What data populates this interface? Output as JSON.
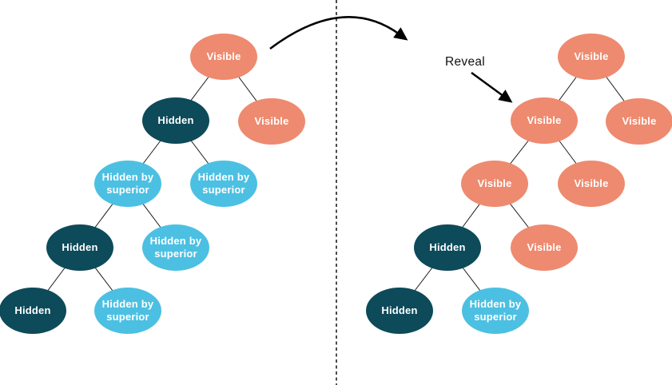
{
  "colors": {
    "visible_node": "#EE8A6F",
    "hidden_node": "#0D4A5A",
    "hidden_by_superior_node": "#4CC0E2",
    "node_text": "#FFFFFF",
    "line": "#1A1A1A",
    "arrow": "#000000",
    "background": "#FFFFFF"
  },
  "annotations": {
    "reveal_label": "Reveal"
  },
  "left_tree": {
    "name": "before-reveal",
    "nodes": [
      {
        "label": "Visible",
        "state": "visible"
      },
      {
        "label": "Hidden",
        "state": "hidden"
      },
      {
        "label": "Visible",
        "state": "visible"
      },
      {
        "label": "Hidden by superior",
        "state": "hidden-by-superior"
      },
      {
        "label": "Hidden by superior",
        "state": "hidden-by-superior"
      },
      {
        "label": "Hidden",
        "state": "hidden"
      },
      {
        "label": "Hidden by superior",
        "state": "hidden-by-superior"
      },
      {
        "label": "Hidden",
        "state": "hidden"
      },
      {
        "label": "Hidden by superior",
        "state": "hidden-by-superior"
      }
    ],
    "edges": [
      [
        0,
        1
      ],
      [
        0,
        2
      ],
      [
        1,
        3
      ],
      [
        1,
        4
      ],
      [
        3,
        5
      ],
      [
        3,
        6
      ],
      [
        5,
        7
      ],
      [
        5,
        8
      ]
    ]
  },
  "right_tree": {
    "name": "after-reveal",
    "nodes": [
      {
        "label": "Visible",
        "state": "visible"
      },
      {
        "label": "Visible",
        "state": "visible"
      },
      {
        "label": "Visible",
        "state": "visible"
      },
      {
        "label": "Visible",
        "state": "visible"
      },
      {
        "label": "Visible",
        "state": "visible"
      },
      {
        "label": "Hidden",
        "state": "hidden"
      },
      {
        "label": "Visible",
        "state": "visible"
      },
      {
        "label": "Hidden",
        "state": "hidden"
      },
      {
        "label": "Hidden by superior",
        "state": "hidden-by-superior"
      }
    ],
    "edges": [
      [
        0,
        1
      ],
      [
        0,
        2
      ],
      [
        1,
        3
      ],
      [
        1,
        4
      ],
      [
        3,
        5
      ],
      [
        3,
        6
      ],
      [
        5,
        7
      ],
      [
        5,
        8
      ]
    ]
  }
}
